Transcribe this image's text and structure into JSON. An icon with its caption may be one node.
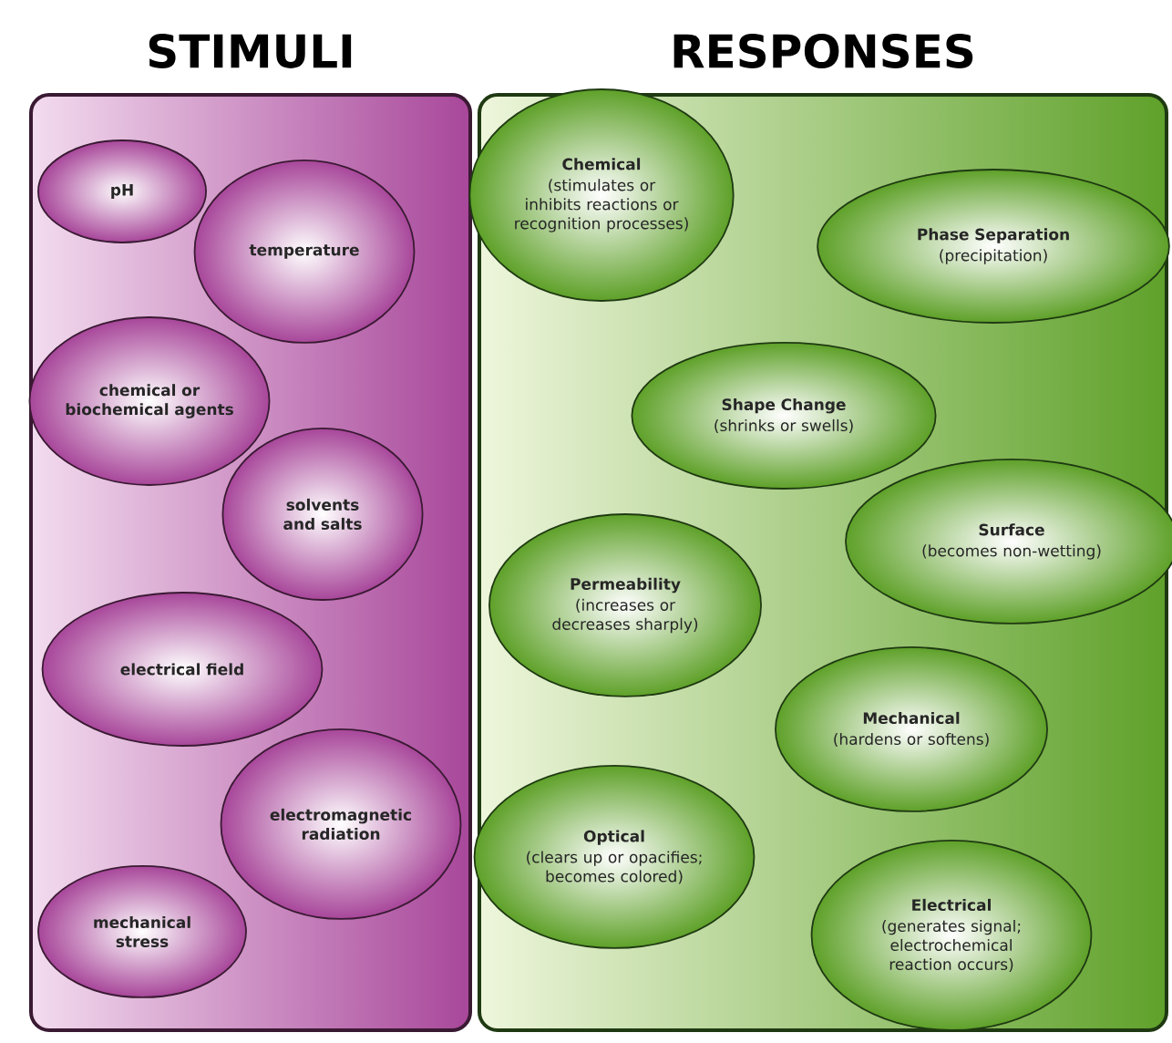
{
  "diagram": {
    "nodes": [
      {
        "text": [
          "STIMULI"
        ]
      },
      {
        "text": [
          "pH"
        ],
        "in": 0
      },
      {
        "text": [
          "temperature"
        ],
        "in": 0
      },
      {
        "text": [
          "chemical or biochemical agents"
        ],
        "in": 0
      },
      {
        "text": [
          "solvents and salts"
        ],
        "in": 0
      },
      {
        "text": [
          "electrical field"
        ],
        "in": 0
      },
      {
        "text": [
          "electromagnetic radiation"
        ],
        "in": 0
      },
      {
        "text": [
          "mechanical stress"
        ],
        "in": 0
      },
      {
        "text": [
          "RESPONSES"
        ]
      },
      {
        "text": [
          "Chemical",
          "(stimulates or inhibits reactions or recognition processes)"
        ],
        "in": 8
      },
      {
        "text": [
          "Phase Separation",
          "(precipitation)"
        ],
        "in": 8
      },
      {
        "text": [
          "Shape Change",
          "(shrinks or swells)"
        ],
        "in": 8
      },
      {
        "text": [
          "Surface",
          "(becomes non-wetting)"
        ],
        "in": 8
      },
      {
        "text": [
          "Permeability",
          "(increases or decreases sharply)"
        ],
        "in": 8
      },
      {
        "text": [
          "Mechanical",
          "(hardens or softens)"
        ],
        "in": 8
      },
      {
        "text": [
          "Optical",
          "(clears up or opacifies; becomes colored)"
        ],
        "in": 8
      },
      {
        "text": [
          "Electrical",
          "(generates signal; electrochemical reaction occurs)"
        ],
        "in": 8
      }
    ]
  }
}
